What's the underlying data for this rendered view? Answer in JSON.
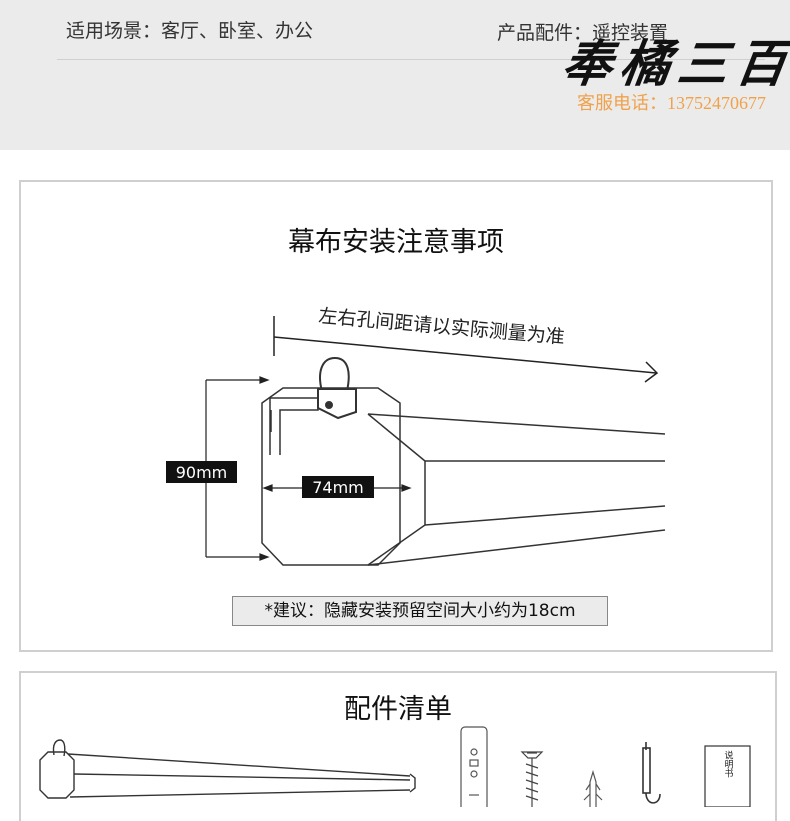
{
  "header": {
    "scene_text": "适用场景：客厅、卧室、办公",
    "accessories_text": "产品配件：遥控装置",
    "brand": "奉橘三百",
    "phone": "客服电话：13752470677"
  },
  "install": {
    "title": "幕布安装注意事项",
    "spacing_note": "左右孔间距请以实际测量为准",
    "height_label": "90mm",
    "width_label": "74mm",
    "suggestion": "*建议：隐藏安装预留空间大小约为18cm"
  },
  "parts": {
    "title": "配件清单",
    "manual_label": "说明书"
  },
  "icons": [
    "hook-icon",
    "screw-icon",
    "anchor-icon",
    "remote-icon",
    "manual-icon"
  ]
}
